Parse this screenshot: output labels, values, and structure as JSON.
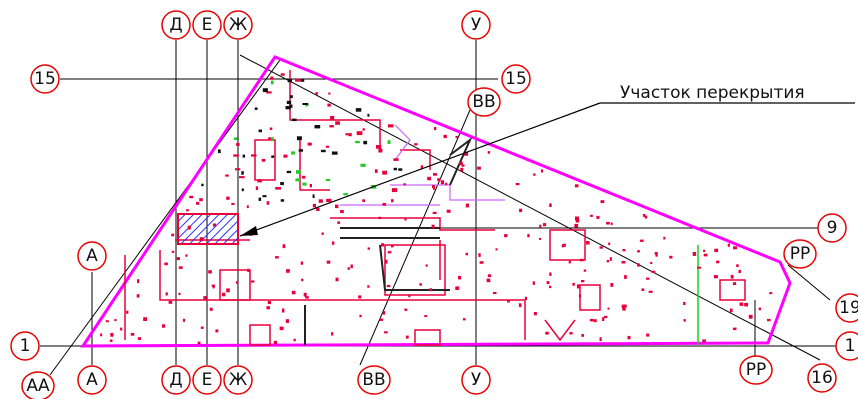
{
  "drawing": {
    "callout_label": "Участок перекрытия",
    "axes": {
      "top": {
        "d": "Д",
        "e": "Е",
        "zh": "Ж",
        "u": "У",
        "n15_left": "15",
        "n15_right": "15",
        "bb": "ВВ"
      },
      "left": {
        "a": "А",
        "n1": "1"
      },
      "right": {
        "n9": "9",
        "pp": "РР",
        "n19": "19",
        "n1": "1"
      },
      "bottom": {
        "aa": "АА",
        "a": "А",
        "d": "Д",
        "e": "Е",
        "zh": "Ж",
        "bb": "ВВ",
        "u": "У",
        "pp": "РР",
        "n16": "16"
      }
    },
    "colors": {
      "outline": "#ff00ff",
      "bubble": "#ff0000",
      "walls": "#e8003a",
      "hatch": "#2030ff",
      "grid": "#000000",
      "vegetation": "#22cc22"
    }
  }
}
